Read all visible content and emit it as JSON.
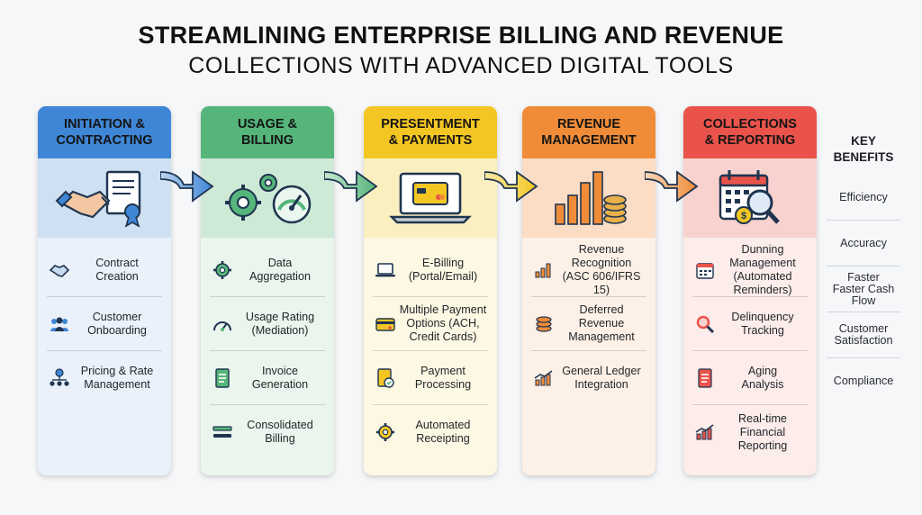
{
  "title": {
    "line1": "STREAMLINING ENTERPRISE BILLING AND REVENUE",
    "line2": "COLLECTIONS WITH ADVANCED DIGITAL TOOLS"
  },
  "colors": {
    "initiation": "#3f86d6",
    "usage": "#55b57a",
    "presentment": "#f3c624",
    "revenue": "#f08c38",
    "collections": "#e9534b"
  },
  "stages": [
    {
      "heading": "INITIATION &\nCONTRACTING",
      "hero_icon": "handshake-contract-icon",
      "items": [
        {
          "icon": "handshake-icon",
          "label": "Contract\nCreation"
        },
        {
          "icon": "people-group-icon",
          "label": "Customer\nOnboarding"
        },
        {
          "icon": "pricing-hierarchy-icon",
          "label": "Pricing & Rate\nManagement"
        }
      ]
    },
    {
      "heading": "USAGE &\nBILLING",
      "hero_icon": "gears-gauge-icon",
      "items": [
        {
          "icon": "gear-icon",
          "label": "Data\nAggregation"
        },
        {
          "icon": "gauge-icon",
          "label": "Usage Rating\n(Mediation)"
        },
        {
          "icon": "invoice-icon",
          "label": "Invoice\nGeneration"
        },
        {
          "icon": "consolidate-icon",
          "label": "Consolidated\nBilling"
        }
      ]
    },
    {
      "heading": "PRESENTMENT\n& PAYMENTS",
      "hero_icon": "laptop-card-icon",
      "items": [
        {
          "icon": "laptop-icon",
          "label": "E-Billing\n(Portal/Email)"
        },
        {
          "icon": "card-icon",
          "label": "Multiple Payment\nOptions (ACH,\nCredit Cards)"
        },
        {
          "icon": "payment-doc-icon",
          "label": "Payment\nProcessing"
        },
        {
          "icon": "gear-icon",
          "label": "Automated\nReceipting"
        }
      ]
    },
    {
      "heading": "REVENUE\nMANAGEMENT",
      "hero_icon": "bars-coins-icon",
      "items": [
        {
          "icon": "bar-chart-icon",
          "label": "Revenue\nRecognition\n(ASC 606/IFRS 15)"
        },
        {
          "icon": "coins-icon",
          "label": "Deferred Revenue\nManagement"
        },
        {
          "icon": "ledger-trend-icon",
          "label": "General Ledger\nIntegration"
        }
      ]
    },
    {
      "heading": "COLLECTIONS\n& REPORTING",
      "hero_icon": "calendar-magnifier-icon",
      "items": [
        {
          "icon": "calendar-icon",
          "label": "Dunning\nManagement\n(Automated Reminders)"
        },
        {
          "icon": "magnifier-icon",
          "label": "Delinquency\nTracking"
        },
        {
          "icon": "aging-doc-icon",
          "label": "Aging\nAnalysis"
        },
        {
          "icon": "trend-chart-icon",
          "label": "Real-time\nFinancial\nReporting"
        }
      ]
    }
  ],
  "benefits": {
    "heading": "KEY\nBENEFITS",
    "items": [
      "Efficiency",
      "Accuracy",
      "Faster\nFaster Cash\nFlow",
      "Customer\nSatisfaction",
      "Compliance"
    ]
  }
}
